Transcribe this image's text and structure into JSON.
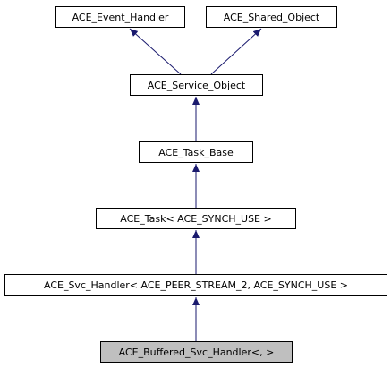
{
  "diagram": {
    "nodes": {
      "event_handler": "ACE_Event_Handler",
      "shared_object": "ACE_Shared_Object",
      "service_object": "ACE_Service_Object",
      "task_base": "ACE_Task_Base",
      "task": "ACE_Task< ACE_SYNCH_USE >",
      "svc_handler": "ACE_Svc_Handler< ACE_PEER_STREAM_2, ACE_SYNCH_USE >",
      "buffered_svc_handler": "ACE_Buffered_Svc_Handler<, >"
    },
    "edges": [
      {
        "from": "service_object",
        "to": "event_handler"
      },
      {
        "from": "service_object",
        "to": "shared_object"
      },
      {
        "from": "task_base",
        "to": "service_object"
      },
      {
        "from": "task",
        "to": "task_base"
      },
      {
        "from": "svc_handler",
        "to": "task"
      },
      {
        "from": "buffered_svc_handler",
        "to": "svc_handler"
      }
    ],
    "colors": {
      "edge": "#1a1a6e",
      "node_border": "#000000",
      "node_fill": "#ffffff",
      "current_fill": "#bfbfbf"
    }
  }
}
